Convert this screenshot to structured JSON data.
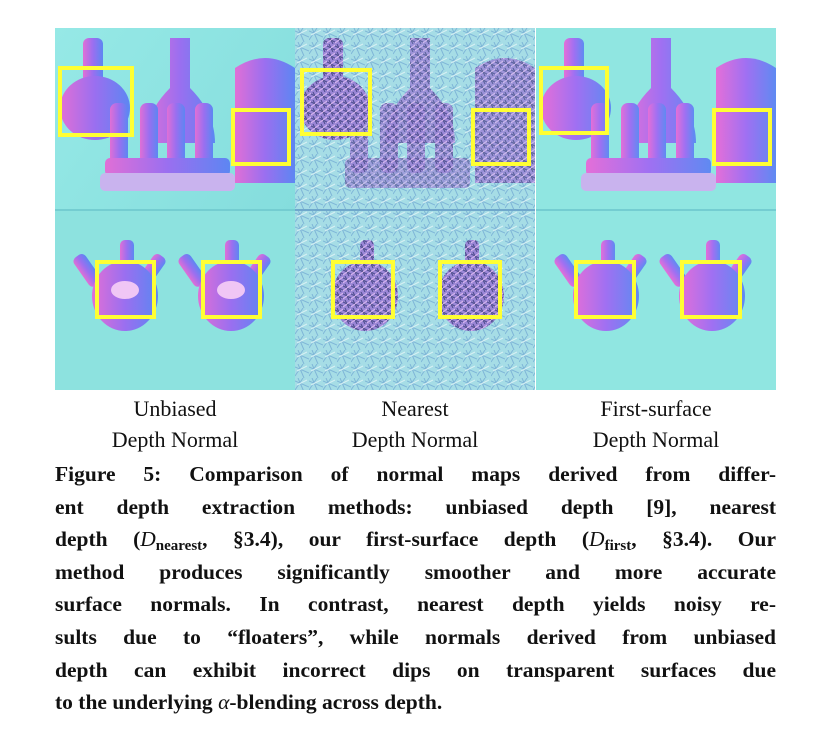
{
  "figure": {
    "panels": [
      {
        "label_line1": "Unbiased",
        "label_line2": "Depth Normal"
      },
      {
        "label_line1": "Nearest",
        "label_line2": "Depth Normal"
      },
      {
        "label_line1": "First-surface",
        "label_line2": "Depth Normal"
      }
    ],
    "colors": {
      "background_normal": "#8fe6e0",
      "object_pink": "#d96ad8",
      "object_purple": "#7f63e8",
      "highlight_box": "#ffff33"
    }
  },
  "caption": {
    "lines": [
      "Figure 5: Comparison of normal maps derived from differ-",
      "ent depth extraction methods: unbiased depth [9], nearest",
      "depth (",
      "nearest",
      ", §3.4), our first-surface depth (",
      "first",
      ", §3.4). Our",
      "method produces significantly smoother and more accurate",
      "surface normals. In contrast, nearest depth yields noisy re-",
      "sults due to “floaters”, while normals derived from unbiased",
      "depth can exhibit incorrect dips on transparent surfaces due",
      "to the underlying ",
      "-blending across depth."
    ],
    "symbol_D": "D",
    "symbol_alpha": "α"
  }
}
